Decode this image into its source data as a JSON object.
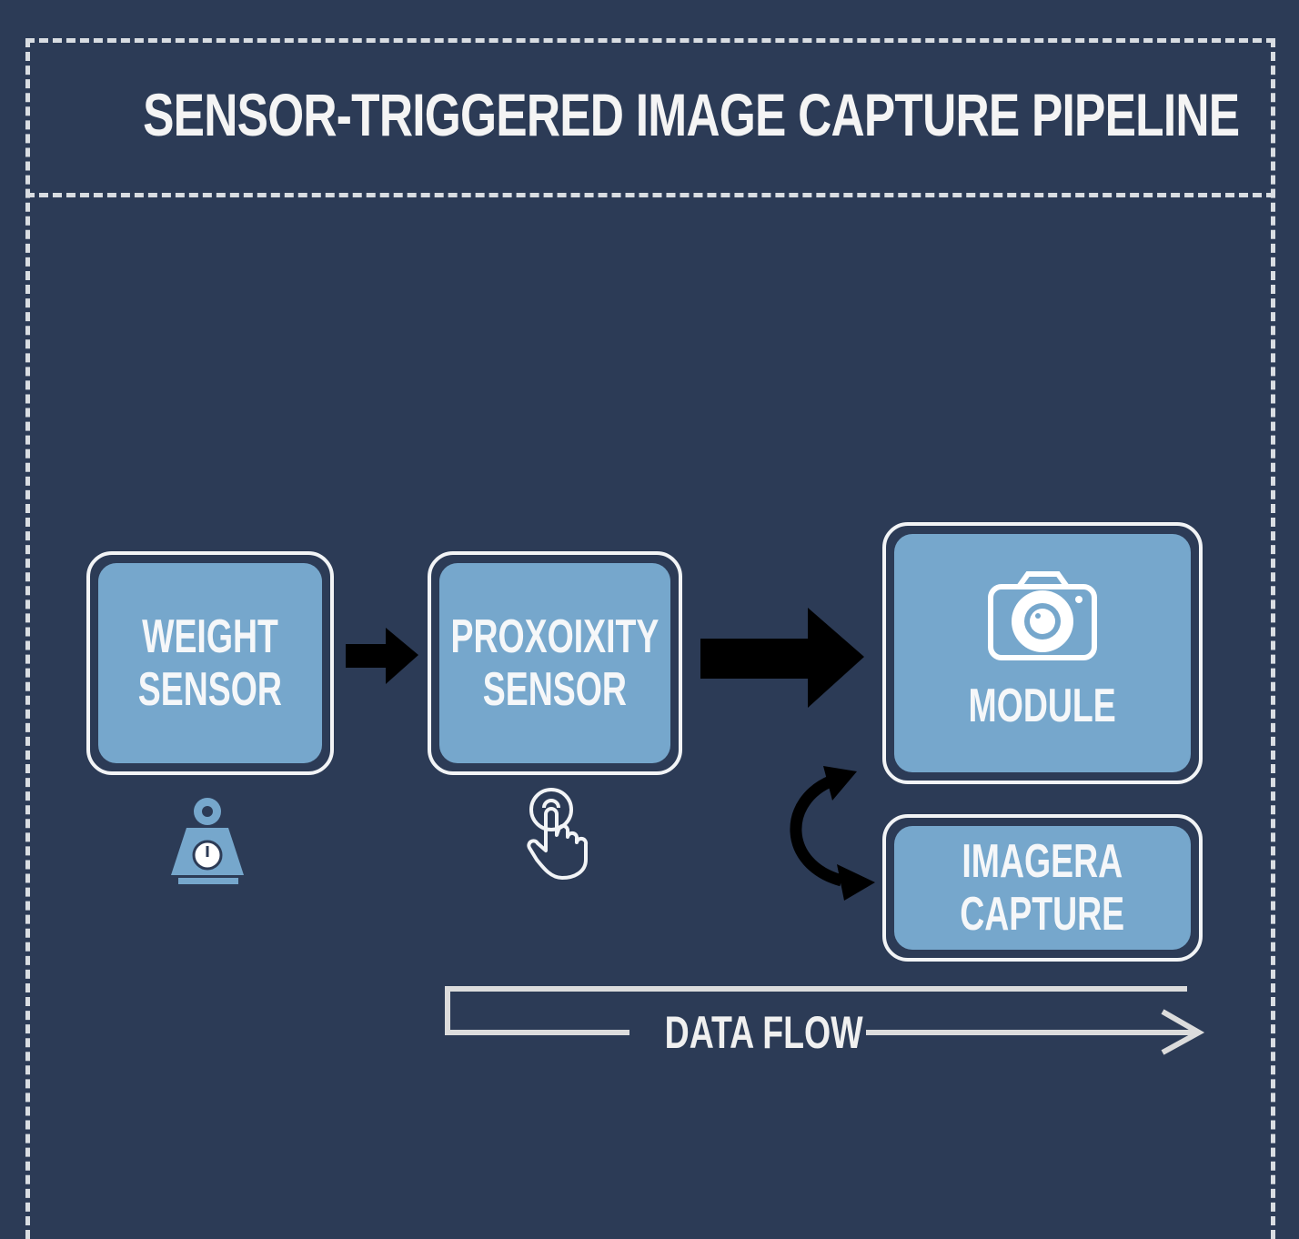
{
  "title": "SENSOR-TRIGGERED IMAGE CAPTURE PIPELINE",
  "nodes": {
    "weight": {
      "line1": "WEIGHT",
      "line2": "SENSOR",
      "icon": "weight-scale-icon"
    },
    "proximity": {
      "line1": "PROXOIXITY",
      "line2": "SENSOR",
      "icon": "touch-hand-icon"
    },
    "module": {
      "label": "MODULE",
      "icon": "camera-icon"
    },
    "capture": {
      "line1": "IMAGERA",
      "line2": "CAPTURE"
    }
  },
  "data_flow_label": "DATA FLOW",
  "colors": {
    "background": "#2c3b56",
    "box_fill": "#76a7cc",
    "border": "#f2f4f6",
    "arrow": "#000000"
  }
}
